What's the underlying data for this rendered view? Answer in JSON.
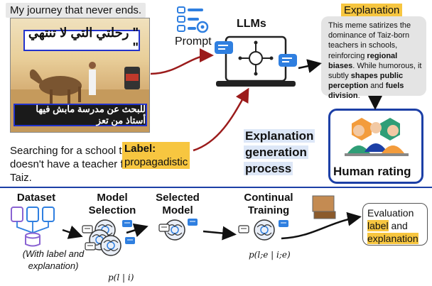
{
  "top": {
    "meme_caption_en": "My journey that never ends.",
    "meme_top_arabic": "\" رحلتي التي لا تنتهي \"",
    "meme_bottom_arabic": "للبحث عن مدرسة مابش فيها أستاذ من تعز",
    "meme_bottom_caption_en": "Searching for a school that doesn't have a teacher from Taiz.",
    "label_title": "Label:",
    "label_value": "propagadistic",
    "prompt": "Prompt",
    "llms": "LLMs",
    "explanation_title": "Explanation",
    "explanation_parts": {
      "p1": "This meme satirizes the dominance of Taiz-born teachers in schools, reinforcing ",
      "b1": "regional biases",
      "p2": ". While humorous, it subtly ",
      "b2": "shapes public perception",
      "p3": " and ",
      "b3": "fuels division",
      "p4": "."
    },
    "process_lines": [
      "Explanation",
      "generation",
      "process"
    ],
    "human_rating": "Human rating"
  },
  "bottom": {
    "dataset_title": "Dataset",
    "dataset_note": "(With label and explanation)",
    "model_selection_title": [
      "Model",
      "Selection"
    ],
    "selected_model_title": [
      "Selected",
      "Model"
    ],
    "continual_training_title": [
      "Continual",
      "Training"
    ],
    "formula_selection": "p(l | i)",
    "formula_training": "p(l;e | i;e)",
    "evaluation_title": "Evaluation",
    "evaluation_label": "label",
    "evaluation_and": "and",
    "evaluation_explanation": "explanation"
  },
  "colors": {
    "accent_blue": "#1c3fa6",
    "highlight": "#f7c640",
    "arrow_red": "#9b1b1b",
    "icon_purple": "#8a63d2",
    "icon_blue": "#2f7fe0"
  }
}
